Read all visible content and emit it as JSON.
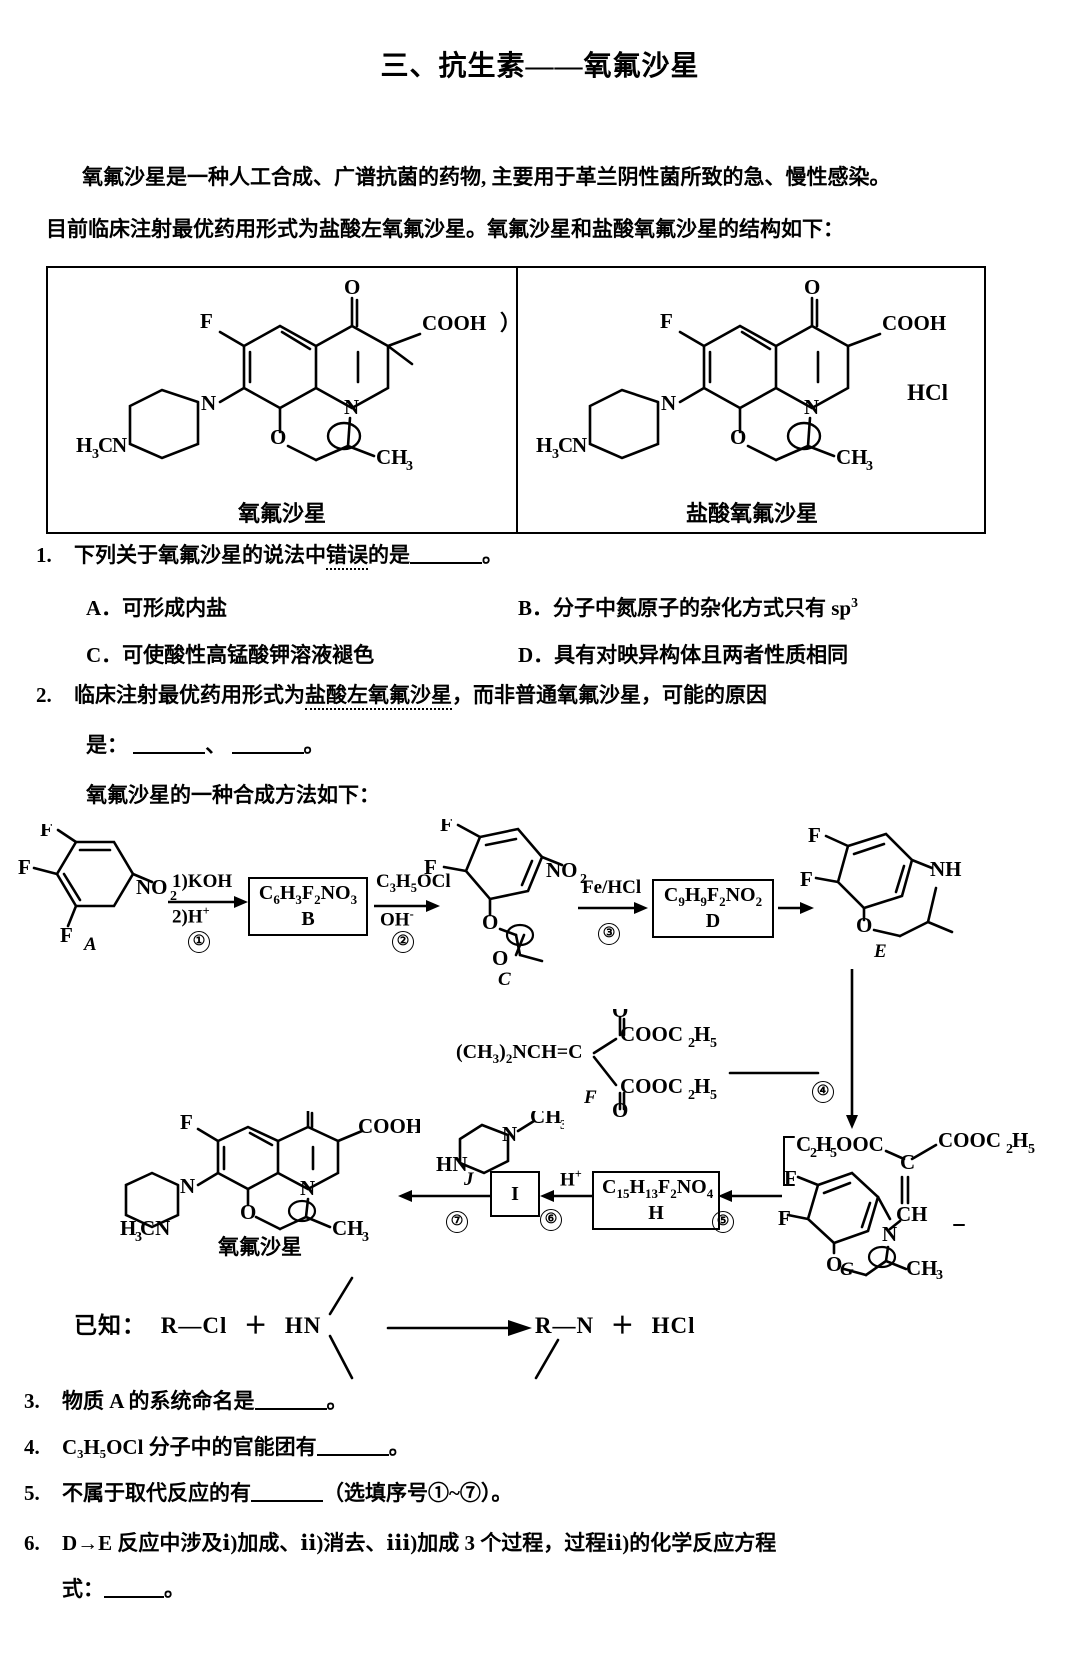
{
  "document": {
    "title": "三、抗生素——氧氟沙星",
    "intro_paragraph_1": "氧氟沙星是一种人工合成、广谱抗菌的药物, 主要用于革兰阴性菌所致的急、慢性感染。",
    "intro_paragraph_2": "目前临床注射最优药用形式为盐酸左氧氟沙星。氧氟沙星和盐酸氧氟沙星的结构如下："
  },
  "structures": {
    "left": {
      "caption": "氧氟沙星",
      "labels": {
        "fluorine": "F",
        "ketone_oxygen": "O",
        "carboxyl": "COOH",
        "ring_nitrogen": "N",
        "piperazine_nitrogen": "N",
        "methyl_amine": "H",
        "methyl_amine_sub": "3",
        "methyl_amine_rest": "CN",
        "ether_oxygen": "O",
        "methyl": "CH",
        "methyl_sub": "3",
        "paren": "）"
      }
    },
    "right": {
      "caption": "盐酸氧氟沙星",
      "hcl": "HCl",
      "labels": {
        "fluorine": "F",
        "ketone_oxygen": "O",
        "carboxyl": "COOH",
        "ring_nitrogen": "N",
        "piperazine_nitrogen": "N",
        "ether_oxygen": "O",
        "methyl": "CH",
        "methyl_sub": "3"
      }
    }
  },
  "questions": [
    {
      "number": "1.",
      "text_before": "下列关于氧氟沙星的说法中",
      "text_dotted": "错误",
      "text_after": "的是",
      "text_end": "。",
      "options": [
        {
          "key": "A．",
          "label": "可形成内盐"
        },
        {
          "key": "B．",
          "label_main": "分子中氮原子的杂化方式只有 sp",
          "label_sup": "3"
        },
        {
          "key": "C．",
          "label": "可使酸性高锰酸钾溶液褪色"
        },
        {
          "key": "D．",
          "label": "具有对映异构体且两者性质相同"
        }
      ]
    },
    {
      "number": "2.",
      "line1_a": "临床注射最优药用形式为",
      "line1_dotted": "盐酸左氧氟沙星",
      "line1_b": "，而非普通氧氟沙星，可能的原因",
      "line2_prefix": "是：",
      "line2_sep": "、",
      "line2_end": "。"
    },
    {
      "number": "3.",
      "text": "物质 A 的系统命名是",
      "text_end": "。"
    },
    {
      "number": "4.",
      "text_formula": "C₃H₅OCl",
      "text": " 分子中的官能团有",
      "text_end": "。"
    },
    {
      "number": "5.",
      "text": "不属于取代反应的有",
      "text_end": "（选填序号①~⑦）。"
    },
    {
      "number": "6.",
      "line1": "D→E 反应中涉及ⅰ)加成、ⅱ)消去、ⅲ)加成 3 个过程，过程ⅱ)的化学反应方程",
      "line2_prefix": "式：",
      "line2_end": "。"
    }
  ],
  "scheme": {
    "intro": "氧氟沙星的一种合成方法如下：",
    "compound_A": {
      "label": "A",
      "f1": "F",
      "f2": "F",
      "f3": "F",
      "nitro": "NO",
      "nitro_sub": "2"
    },
    "step1": {
      "reagent_top": "1)KOH",
      "reagent_bottom": "2)H",
      "reagent_bottom_sup": "+",
      "number": "①"
    },
    "compound_B": {
      "formula_main": "C",
      "formula": "C6H3F2NO3",
      "label": "B"
    },
    "step2": {
      "reagent_top": "C3H5OCl",
      "reagent_bottom": "OH",
      "reagent_bottom_sup": "-",
      "number": "②"
    },
    "compound_C": {
      "label": "C",
      "f1": "F",
      "f2": "F",
      "nitro": "NO",
      "nitro_sub": "2",
      "ether_o": "O",
      "epoxide_o": "O"
    },
    "step3": {
      "reagent": "Fe/HCl",
      "number": "③"
    },
    "compound_D": {
      "formula": "C9H9F2NO2",
      "label": "D"
    },
    "compound_E": {
      "label": "E",
      "f1": "F",
      "f2": "F",
      "nh": "NH",
      "o": "O"
    },
    "compound_F": {
      "label": "F",
      "main": "(CH3)2NCH=C",
      "ester_top": "COOC2H5",
      "ester_bottom": "COOC2H5",
      "o_top": "O",
      "o_bottom": "O"
    },
    "step4": {
      "number": "④"
    },
    "compound_G": {
      "label": "G",
      "left_ester": "C2H5OOC",
      "right_ester": "COOC2H5",
      "c": "C",
      "ch": "CH",
      "f1": "F",
      "f2": "F",
      "n": "N",
      "o": "O",
      "methyl": "CH3"
    },
    "step5": {
      "number": "⑤"
    },
    "compound_H": {
      "formula": "C15H13F2NO4",
      "label": "H"
    },
    "step6": {
      "reagent": "H",
      "reagent_sup": "+",
      "number": "⑥"
    },
    "compound_I": {
      "label": "I"
    },
    "step7": {
      "number": "⑦"
    },
    "reagent_J": {
      "label": "J",
      "hn": "HN",
      "n": "N",
      "methyl": "CH3"
    },
    "product": {
      "caption": "氧氟沙星",
      "f": "F",
      "o": "O",
      "cooh": "COOH",
      "n_ring": "N",
      "n_pip": "N",
      "h3cn": "H3CN",
      "ether_o": "O",
      "methyl": "CH3"
    }
  },
  "known_reaction": {
    "prefix": "已知：",
    "left1": "R—Cl",
    "plus1": "＋",
    "left2": "HN",
    "right1": "R—N",
    "plus2": "＋",
    "right2": "HCl"
  }
}
